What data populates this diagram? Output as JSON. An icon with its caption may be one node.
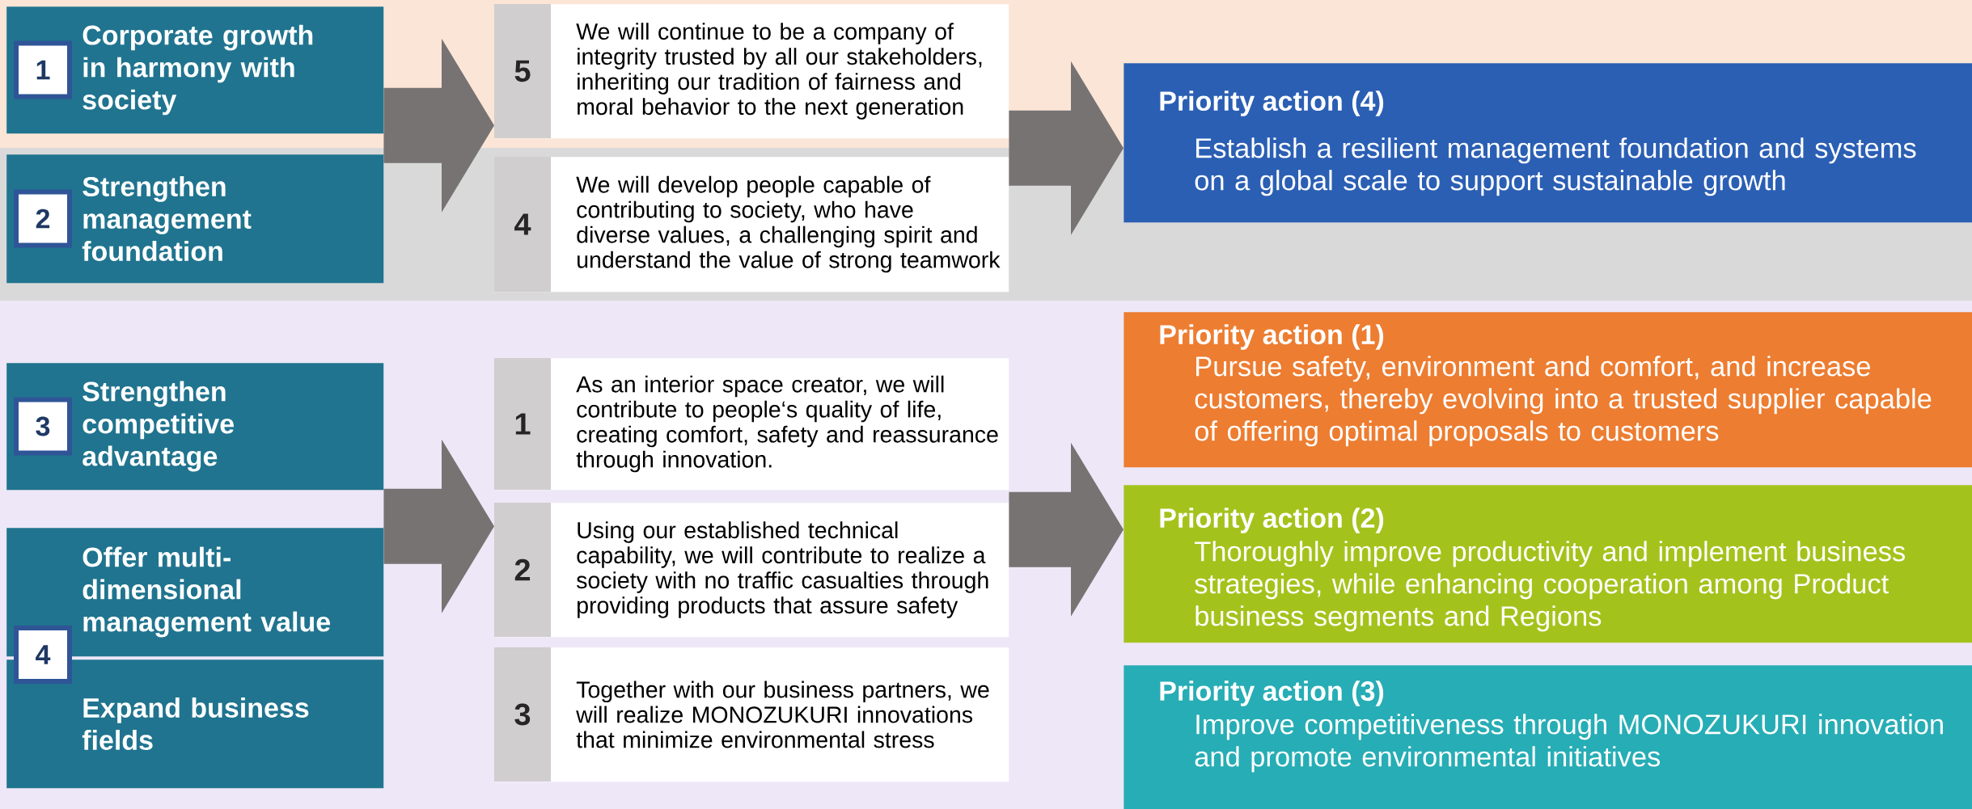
{
  "diagram": {
    "nodes": [
      {
        "text": [
          "1",
          "Corporate growth in harmony with society"
        ]
      },
      {
        "text": [
          "2",
          "Strengthen management foundation"
        ]
      },
      {
        "text": [
          "3",
          "Strengthen competitive advantage"
        ]
      },
      {
        "text": [
          "Offer multi-dimensional management value"
        ]
      },
      {
        "text": [
          "Expand business fields"
        ]
      },
      {
        "text": [
          "4"
        ]
      },
      {
        "text": [
          "5",
          "We will continue to be a company of integrity trusted by all our stakeholders, inheriting our tradition of fairness and moral behavior to the next generation"
        ]
      },
      {
        "text": [
          "4",
          "We will develop people capable of contributing to society, who have diverse values, a challenging spirit and understand the value of strong teamwork"
        ]
      },
      {
        "text": [
          "1",
          "As an interior space creator, we will contribute to people‘s quality of life, creating comfort, safety and reassurance through innovation."
        ]
      },
      {
        "text": [
          "2",
          "Using our established technical capability, we will contribute to realize a society with no traffic casualties through providing products that assure safety"
        ]
      },
      {
        "text": [
          "3",
          "Together with our business partners, we will realize MONOZUKURI innovations that minimize environmental stress"
        ]
      },
      {
        "text": [
          "Priority action (4)",
          "Establish a resilient management foundation and systems on a global scale to support sustainable growth"
        ]
      },
      {
        "text": [
          "Priority action (1)",
          "Pursue safety, environment and comfort, and increase customers, thereby evolving into a trusted supplier capable of offering optimal proposals to customers"
        ]
      },
      {
        "text": [
          "Priority action (2)",
          "Thoroughly improve productivity and implement business strategies, while enhancing cooperation among Product business segments and Regions"
        ]
      },
      {
        "text": [
          "Priority action (3)",
          "Improve competitiveness through MONOZUKURI innovation and promote environmental initiatives"
        ]
      }
    ],
    "edges": [
      {
        "from": 0,
        "to": 6,
        "arrow": "to"
      },
      {
        "from": 6,
        "to": 11,
        "arrow": "to"
      },
      {
        "from": 3,
        "to": 8,
        "arrow": "to"
      },
      {
        "from": 9,
        "to": 13,
        "arrow": "to"
      }
    ]
  }
}
